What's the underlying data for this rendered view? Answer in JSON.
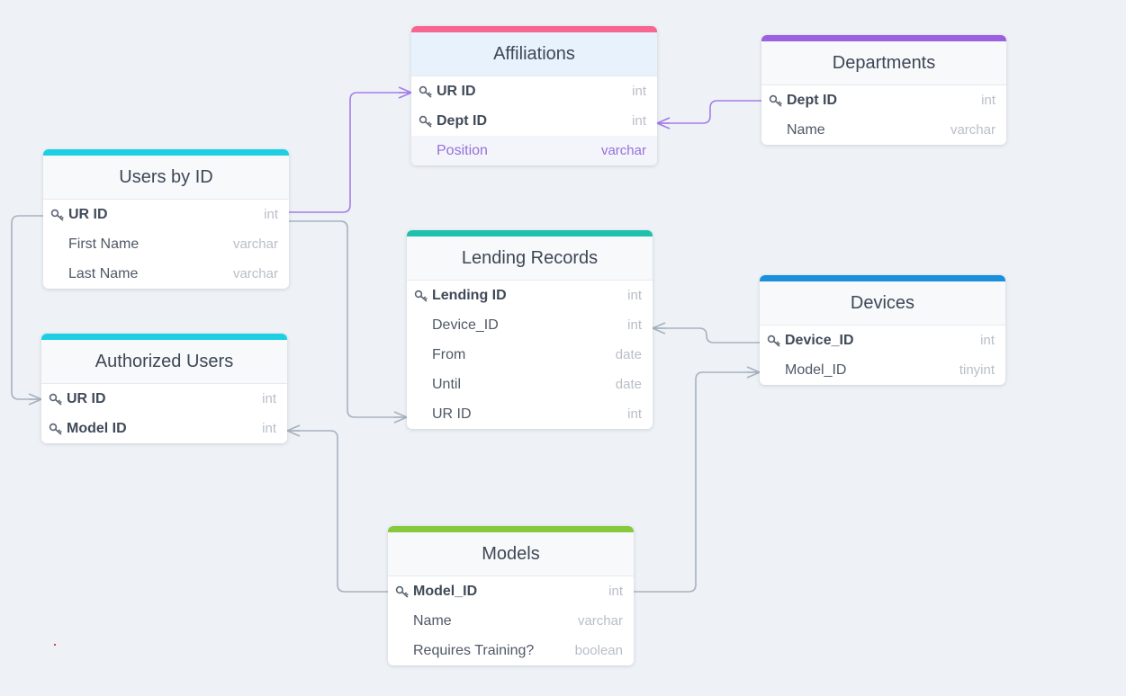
{
  "colors": {
    "pink": "#f7668f",
    "purple": "#9b5fe0",
    "cyan": "#1ecfe3",
    "teal": "#20c1ac",
    "blue": "#1a8fde",
    "green": "#86c93d",
    "link_gray": "#a7b1bf",
    "link_purple": "#a57de8"
  },
  "icons": {
    "primary_key": "key-icon"
  },
  "tables": {
    "affiliations": {
      "title": "Affiliations",
      "rows": [
        {
          "name": "UR ID",
          "type": "int",
          "pk": true
        },
        {
          "name": "Dept ID",
          "type": "int",
          "pk": true
        },
        {
          "name": "Position",
          "type": "varchar",
          "pk": false
        }
      ]
    },
    "departments": {
      "title": "Departments",
      "rows": [
        {
          "name": "Dept ID",
          "type": "int",
          "pk": true
        },
        {
          "name": "Name",
          "type": "varchar",
          "pk": false
        }
      ]
    },
    "users": {
      "title": "Users by ID",
      "rows": [
        {
          "name": "UR ID",
          "type": "int",
          "pk": true
        },
        {
          "name": "First Name",
          "type": "varchar",
          "pk": false
        },
        {
          "name": "Last Name",
          "type": "varchar",
          "pk": false
        }
      ]
    },
    "lending": {
      "title": "Lending Records",
      "rows": [
        {
          "name": "Lending ID",
          "type": "int",
          "pk": true
        },
        {
          "name": "Device_ID",
          "type": "int",
          "pk": false
        },
        {
          "name": "From",
          "type": "date",
          "pk": false
        },
        {
          "name": "Until",
          "type": "date",
          "pk": false
        },
        {
          "name": "UR ID",
          "type": "int",
          "pk": false
        }
      ]
    },
    "devices": {
      "title": "Devices",
      "rows": [
        {
          "name": "Device_ID",
          "type": "int",
          "pk": true
        },
        {
          "name": "Model_ID",
          "type": "tinyint",
          "pk": false
        }
      ]
    },
    "authorized": {
      "title": "Authorized Users",
      "rows": [
        {
          "name": "UR ID",
          "type": "int",
          "pk": true
        },
        {
          "name": "Model ID",
          "type": "int",
          "pk": true
        }
      ]
    },
    "models": {
      "title": "Models",
      "rows": [
        {
          "name": "Model_ID",
          "type": "int",
          "pk": true
        },
        {
          "name": "Name",
          "type": "varchar",
          "pk": false
        },
        {
          "name": "Requires Training?",
          "type": "boolean",
          "pk": false
        }
      ]
    }
  }
}
